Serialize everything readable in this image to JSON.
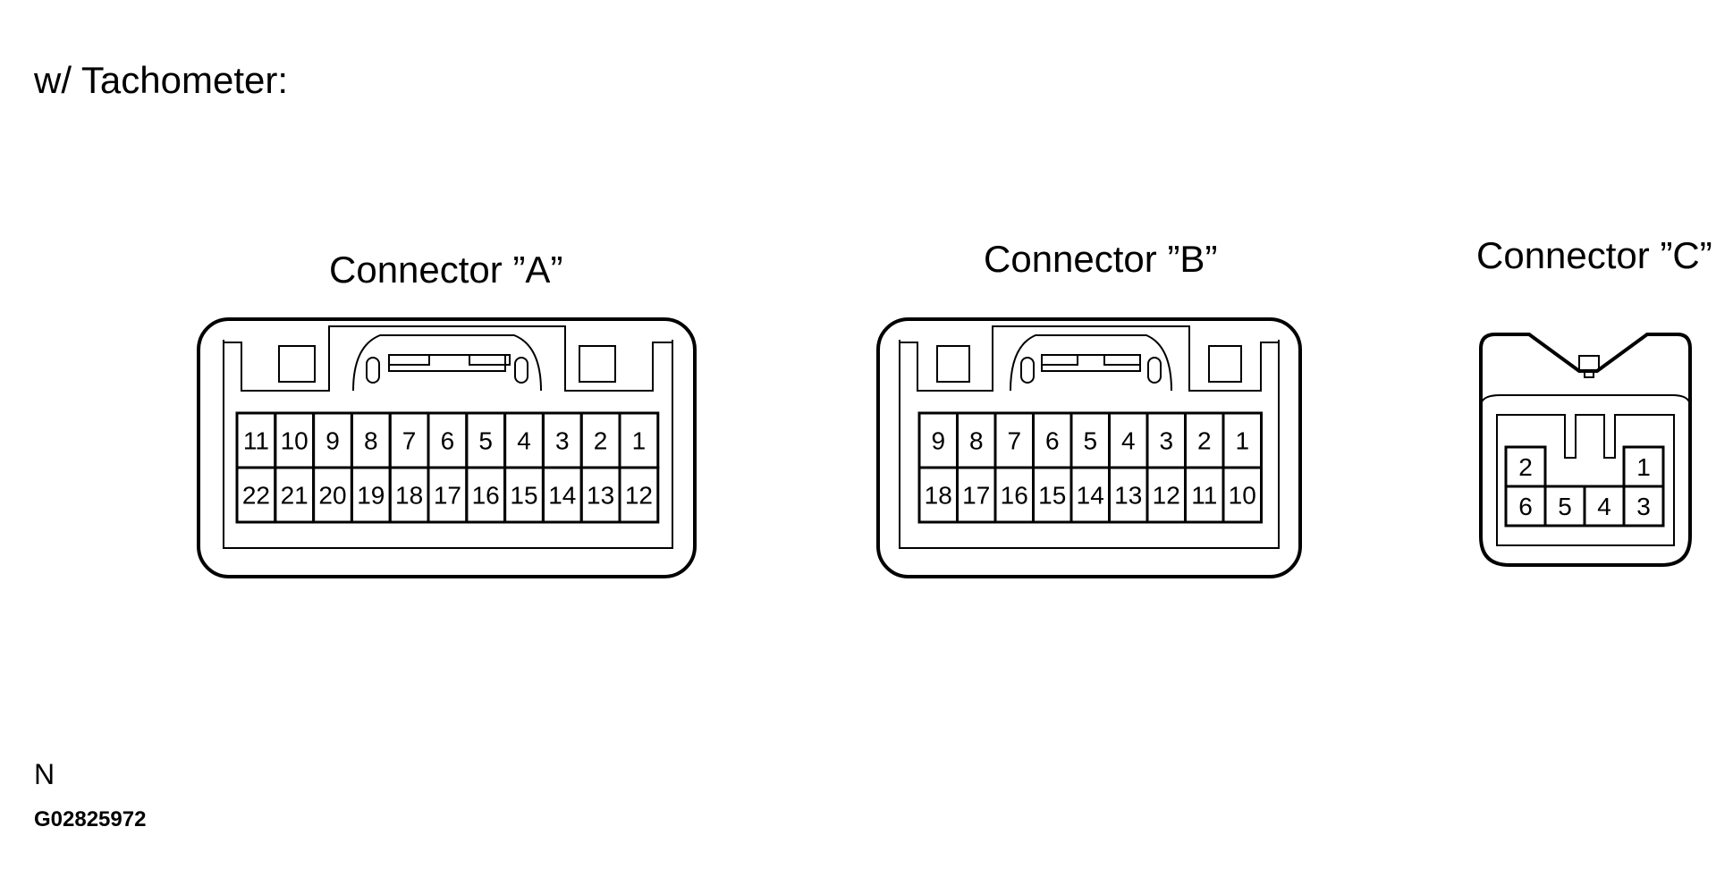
{
  "header": "w/  Tachometer:",
  "connectors": {
    "a": {
      "label": "Connector ”A”",
      "top_row": [
        "11",
        "10",
        "9",
        "8",
        "7",
        "6",
        "5",
        "4",
        "3",
        "2",
        "1"
      ],
      "bottom_row": [
        "22",
        "21",
        "20",
        "19",
        "18",
        "17",
        "16",
        "15",
        "14",
        "13",
        "12"
      ]
    },
    "b": {
      "label": "Connector ”B”",
      "top_row": [
        "9",
        "8",
        "7",
        "6",
        "5",
        "4",
        "3",
        "2",
        "1"
      ],
      "bottom_row": [
        "18",
        "17",
        "16",
        "15",
        "14",
        "13",
        "12",
        "11",
        "10"
      ]
    },
    "c": {
      "label": "Connector ”C”",
      "top_row": [
        "2",
        "1"
      ],
      "bottom_row": [
        "6",
        "5",
        "4",
        "3"
      ]
    }
  },
  "footer": {
    "note": "N",
    "code": "G02825972"
  }
}
